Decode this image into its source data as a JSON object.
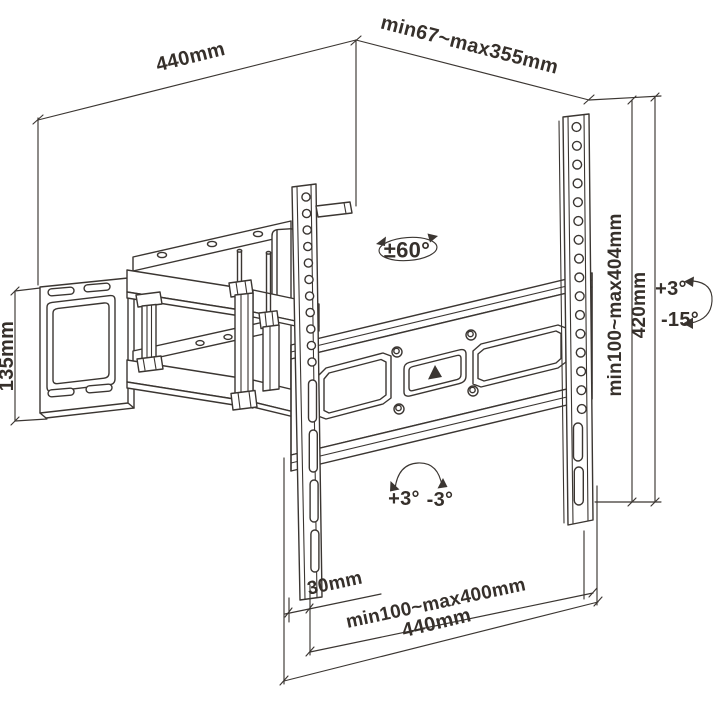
{
  "diagram": {
    "type": "technical-dimension-drawing",
    "subject": "full-motion articulating TV wall mount bracket",
    "background_color": "#ffffff",
    "line_color": "#3b3632",
    "text_color": "#36302b",
    "labels": {
      "top_width": "440mm",
      "extension_range": "min67~max355mm",
      "swivel_range": "±60°",
      "wall_plate_height": "135mm",
      "vesa_vertical_range": "min100~max404mm",
      "bracket_height": "420mm",
      "tilt_up": "+3°",
      "tilt_down": "-15°",
      "level_adjust_left": "+3°",
      "level_adjust_right": "-3°",
      "rail_offset": "30mm",
      "vesa_horizontal_range": "min100~max400mm",
      "bottom_width": "440mm",
      "center_plate_arrow": "▲"
    }
  }
}
